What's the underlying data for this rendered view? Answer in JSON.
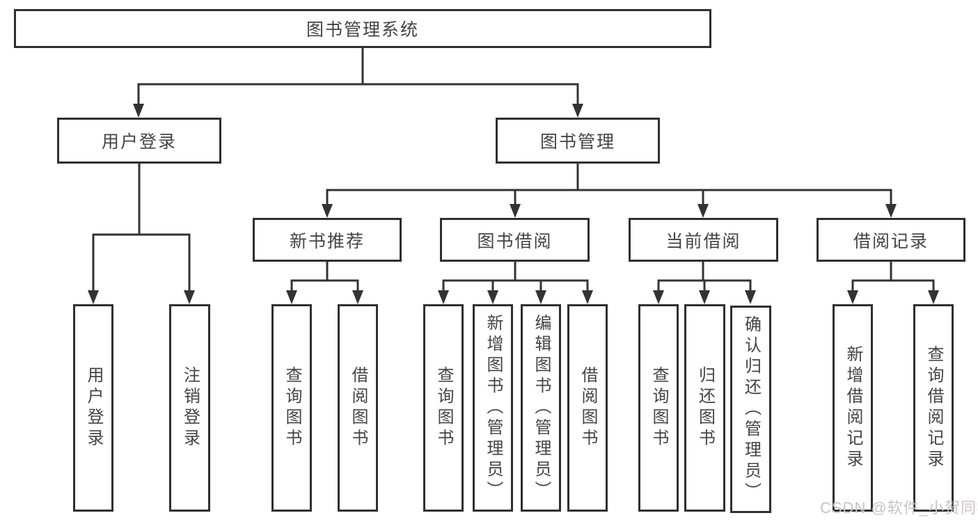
{
  "colors": {
    "line": "#333333",
    "box_border": "#2f2f2f",
    "text": "#444444",
    "watermark": "#c9c4c0",
    "background": "#ffffff"
  },
  "watermark": {
    "text": "CSDN @软件_小贺同学"
  },
  "tree": {
    "label": "图书管理系统",
    "children": [
      {
        "label": "用户登录",
        "children": [
          {
            "label": "用户登录"
          },
          {
            "label": "注销登录"
          }
        ]
      },
      {
        "label": "图书管理",
        "children": [
          {
            "label": "新书推荐",
            "children": [
              {
                "label": "查询图书"
              },
              {
                "label": "借阅图书"
              }
            ]
          },
          {
            "label": "图书借阅",
            "children": [
              {
                "label": "查询图书"
              },
              {
                "label": "新增图书（管理员）"
              },
              {
                "label": "编辑图书（管理员）"
              },
              {
                "label": "借阅图书"
              }
            ]
          },
          {
            "label": "当前借阅",
            "children": [
              {
                "label": "查询图书"
              },
              {
                "label": "归还图书"
              },
              {
                "label": "确认归还（管理员）"
              }
            ]
          },
          {
            "label": "借阅记录",
            "children": [
              {
                "label": "新增借阅记录"
              },
              {
                "label": "查询借阅记录"
              }
            ]
          }
        ]
      }
    ]
  }
}
